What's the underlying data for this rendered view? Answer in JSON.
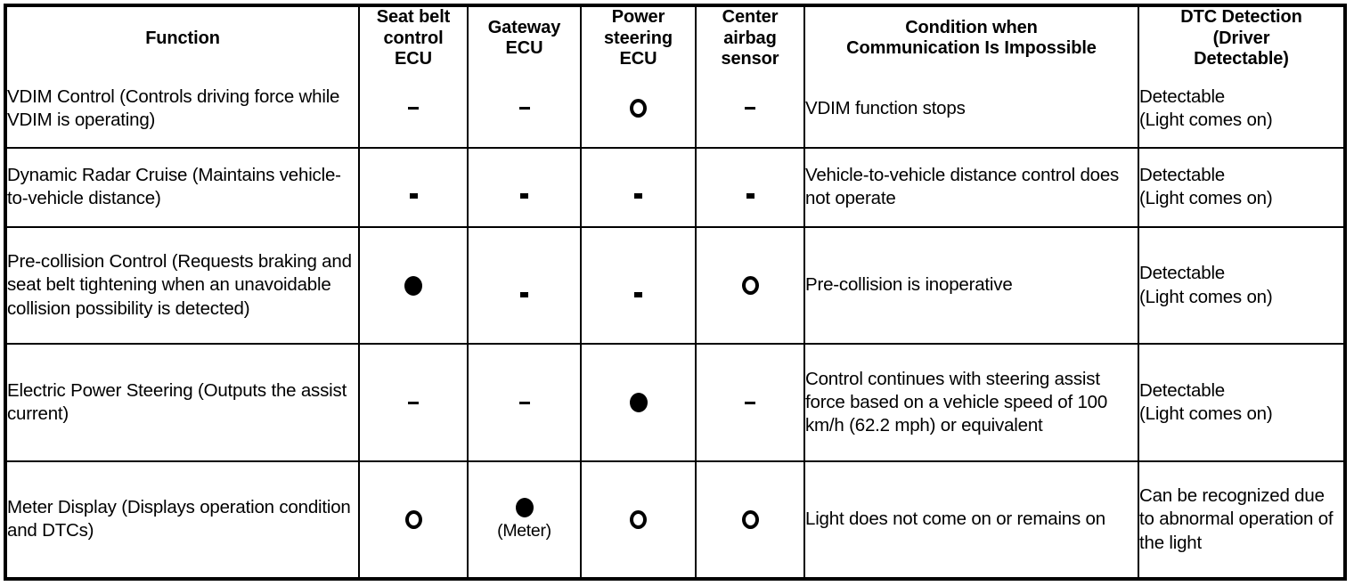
{
  "table": {
    "columns": [
      {
        "key": "function",
        "label": "Function"
      },
      {
        "key": "seatbelt",
        "label": "Seat belt\ncontrol\nECU"
      },
      {
        "key": "gateway",
        "label": "Gateway\nECU"
      },
      {
        "key": "steering",
        "label": "Power\nsteering\nECU"
      },
      {
        "key": "airbag",
        "label": "Center\nairbag\nsensor"
      },
      {
        "key": "condition",
        "label": "Condition when\nCommunication Is Impossible"
      },
      {
        "key": "dtc",
        "label": "DTC Detection\n(Driver\nDetectable)"
      }
    ],
    "symbol_legend": {
      "filled_circle": "filled-circle",
      "open_circle": "open-circle",
      "dash": "dash",
      "dash_square": "dash-square"
    },
    "rows": [
      {
        "function": "VDIM Control (Controls driving force while VDIM is operating)",
        "seatbelt": {
          "symbol": "dash",
          "note": ""
        },
        "gateway": {
          "symbol": "dash",
          "note": ""
        },
        "steering": {
          "symbol": "open-circle",
          "note": ""
        },
        "airbag": {
          "symbol": "dash",
          "note": ""
        },
        "condition": "VDIM function stops",
        "dtc": "Detectable\n(Light comes on)"
      },
      {
        "function": "Dynamic Radar Cruise (Maintains vehicle-to-vehicle distance)",
        "seatbelt": {
          "symbol": "dash-square",
          "note": ""
        },
        "gateway": {
          "symbol": "dash-square",
          "note": ""
        },
        "steering": {
          "symbol": "dash-square",
          "note": ""
        },
        "airbag": {
          "symbol": "dash-square",
          "note": ""
        },
        "condition": "Vehicle-to-vehicle distance control does not operate",
        "dtc": "Detectable\n(Light comes on)"
      },
      {
        "function": "Pre-collision Control (Requests braking and seat belt tightening when an unavoidable collision possibility is detected)",
        "seatbelt": {
          "symbol": "filled-circle",
          "note": ""
        },
        "gateway": {
          "symbol": "dash-square",
          "note": ""
        },
        "steering": {
          "symbol": "dash-square",
          "note": ""
        },
        "airbag": {
          "symbol": "open-circle",
          "note": ""
        },
        "condition": "Pre-collision is inoperative",
        "dtc": "Detectable\n(Light comes on)"
      },
      {
        "function": "Electric Power Steering (Outputs the assist current)",
        "seatbelt": {
          "symbol": "dash",
          "note": ""
        },
        "gateway": {
          "symbol": "dash",
          "note": ""
        },
        "steering": {
          "symbol": "filled-circle",
          "note": ""
        },
        "airbag": {
          "symbol": "dash",
          "note": ""
        },
        "condition": "Control continues with steering assist force based on a vehicle speed of 100 km/h (62.2 mph) or equivalent",
        "dtc": "Detectable\n(Light comes on)"
      },
      {
        "function": "Meter Display (Displays operation condition and DTCs)",
        "seatbelt": {
          "symbol": "open-circle",
          "note": ""
        },
        "gateway": {
          "symbol": "filled-circle",
          "note": "(Meter)"
        },
        "steering": {
          "symbol": "open-circle",
          "note": ""
        },
        "airbag": {
          "symbol": "open-circle",
          "note": ""
        },
        "condition": "Light does not come on or remains on",
        "dtc": "Can be recognized due to abnormal operation of the light"
      }
    ]
  }
}
